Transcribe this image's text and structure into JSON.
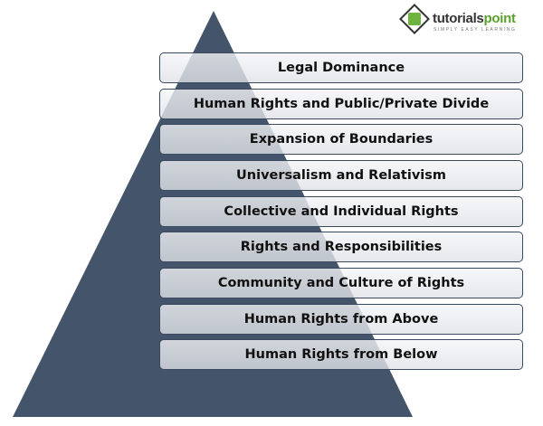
{
  "logo": {
    "name_part1": "tutorials",
    "name_part2": "point",
    "tagline": "SIMPLY EASY LEARNING"
  },
  "levels": [
    "Legal Dominance",
    "Human Rights and Public/Private Divide",
    "Expansion of Boundaries",
    "Universalism and Relativism",
    "Collective and Individual Rights",
    "Rights and Responsibilities",
    "Community and Culture of Rights",
    "Human Rights from Above",
    "Human Rights from Below"
  ],
  "colors": {
    "pyramid": "#44546a",
    "box_border": "#3b4a5e"
  }
}
